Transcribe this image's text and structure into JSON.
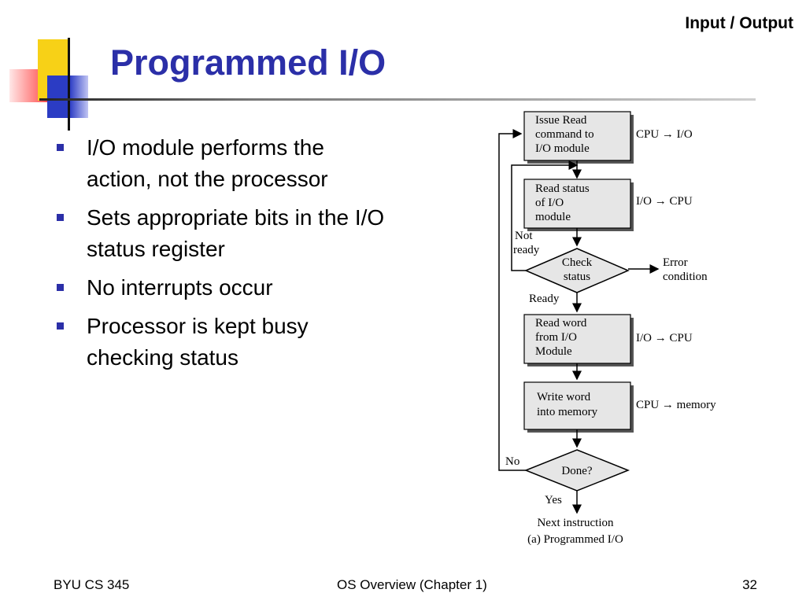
{
  "header": {
    "section_label": "Input / Output",
    "title": "Programmed I/O"
  },
  "bullets": [
    {
      "line1": "I/O module performs the",
      "line2": "action, not the processor"
    },
    {
      "line1": "Sets appropriate bits in the I/O",
      "line2": "status register"
    },
    {
      "line1": "No interrupts occur",
      "line2": ""
    },
    {
      "line1": "Processor is kept busy",
      "line2": "checking status"
    }
  ],
  "flowchart": {
    "issue": {
      "lines": [
        "Issue Read",
        "command to",
        "I/O module"
      ],
      "side": "CPU → I/O"
    },
    "read_status": {
      "lines": [
        "Read status",
        "of I/O",
        "module"
      ],
      "side": "I/O → CPU"
    },
    "check": {
      "lines": [
        "Check",
        "status"
      ],
      "error": [
        "Error",
        "condition"
      ],
      "not_ready": [
        "Not",
        "ready"
      ],
      "ready": "Ready"
    },
    "read_word": {
      "lines": [
        "Read word",
        "from I/O",
        "Module"
      ],
      "side": "I/O → CPU"
    },
    "write_word": {
      "lines": [
        "Write word",
        "into memory"
      ],
      "side": "CPU → memory"
    },
    "done": {
      "label": "Done?",
      "no": "No",
      "yes": "Yes"
    },
    "next": "Next instruction",
    "caption": "(a) Programmed I/O"
  },
  "footer": {
    "left": "BYU CS 345",
    "center": "OS Overview (Chapter 1)",
    "right": "32"
  },
  "colors": {
    "title": "#2b2fa8",
    "box_fill": "#e6e6e6",
    "bullet": "#2b2fa8"
  }
}
